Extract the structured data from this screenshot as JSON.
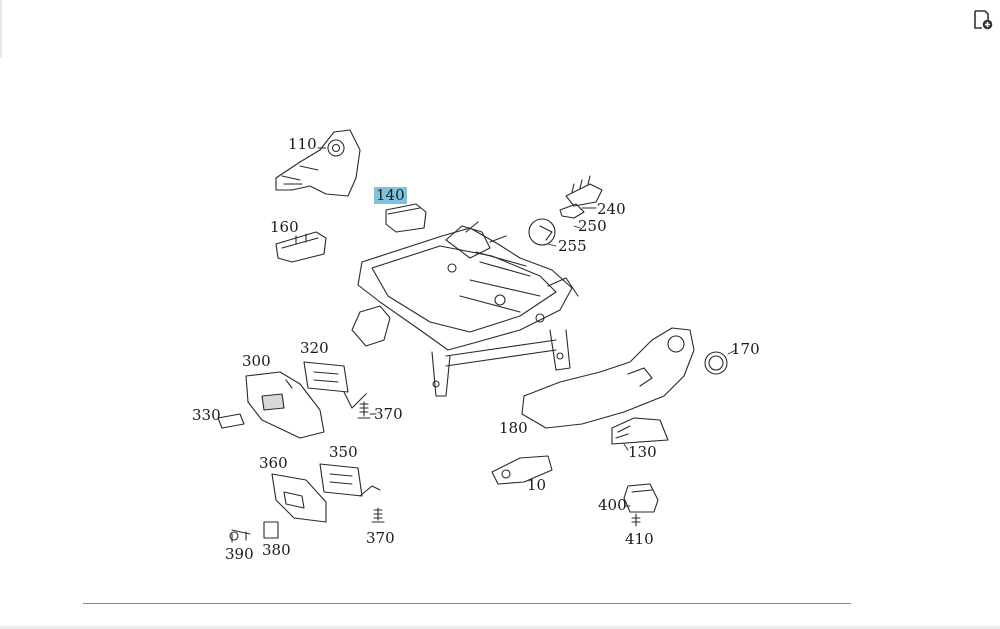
{
  "diagram": {
    "highlight_color": "#7ec3de",
    "line_color": "#2a2a2a",
    "labels": [
      {
        "id": "110",
        "text": "110"
      },
      {
        "id": "140",
        "text": "140",
        "highlighted": true
      },
      {
        "id": "160",
        "text": "160"
      },
      {
        "id": "240",
        "text": "240"
      },
      {
        "id": "250",
        "text": "250"
      },
      {
        "id": "255",
        "text": "255"
      },
      {
        "id": "170",
        "text": "170"
      },
      {
        "id": "300",
        "text": "300"
      },
      {
        "id": "320",
        "text": "320"
      },
      {
        "id": "330",
        "text": "330"
      },
      {
        "id": "370a",
        "text": "370"
      },
      {
        "id": "180",
        "text": "180"
      },
      {
        "id": "130",
        "text": "130"
      },
      {
        "id": "360",
        "text": "360"
      },
      {
        "id": "350",
        "text": "350"
      },
      {
        "id": "10",
        "text": "10"
      },
      {
        "id": "400",
        "text": "400"
      },
      {
        "id": "410",
        "text": "410"
      },
      {
        "id": "390",
        "text": "390"
      },
      {
        "id": "380",
        "text": "380"
      },
      {
        "id": "370b",
        "text": "370"
      }
    ]
  },
  "toolbar": {
    "icon": "document-add-icon"
  }
}
